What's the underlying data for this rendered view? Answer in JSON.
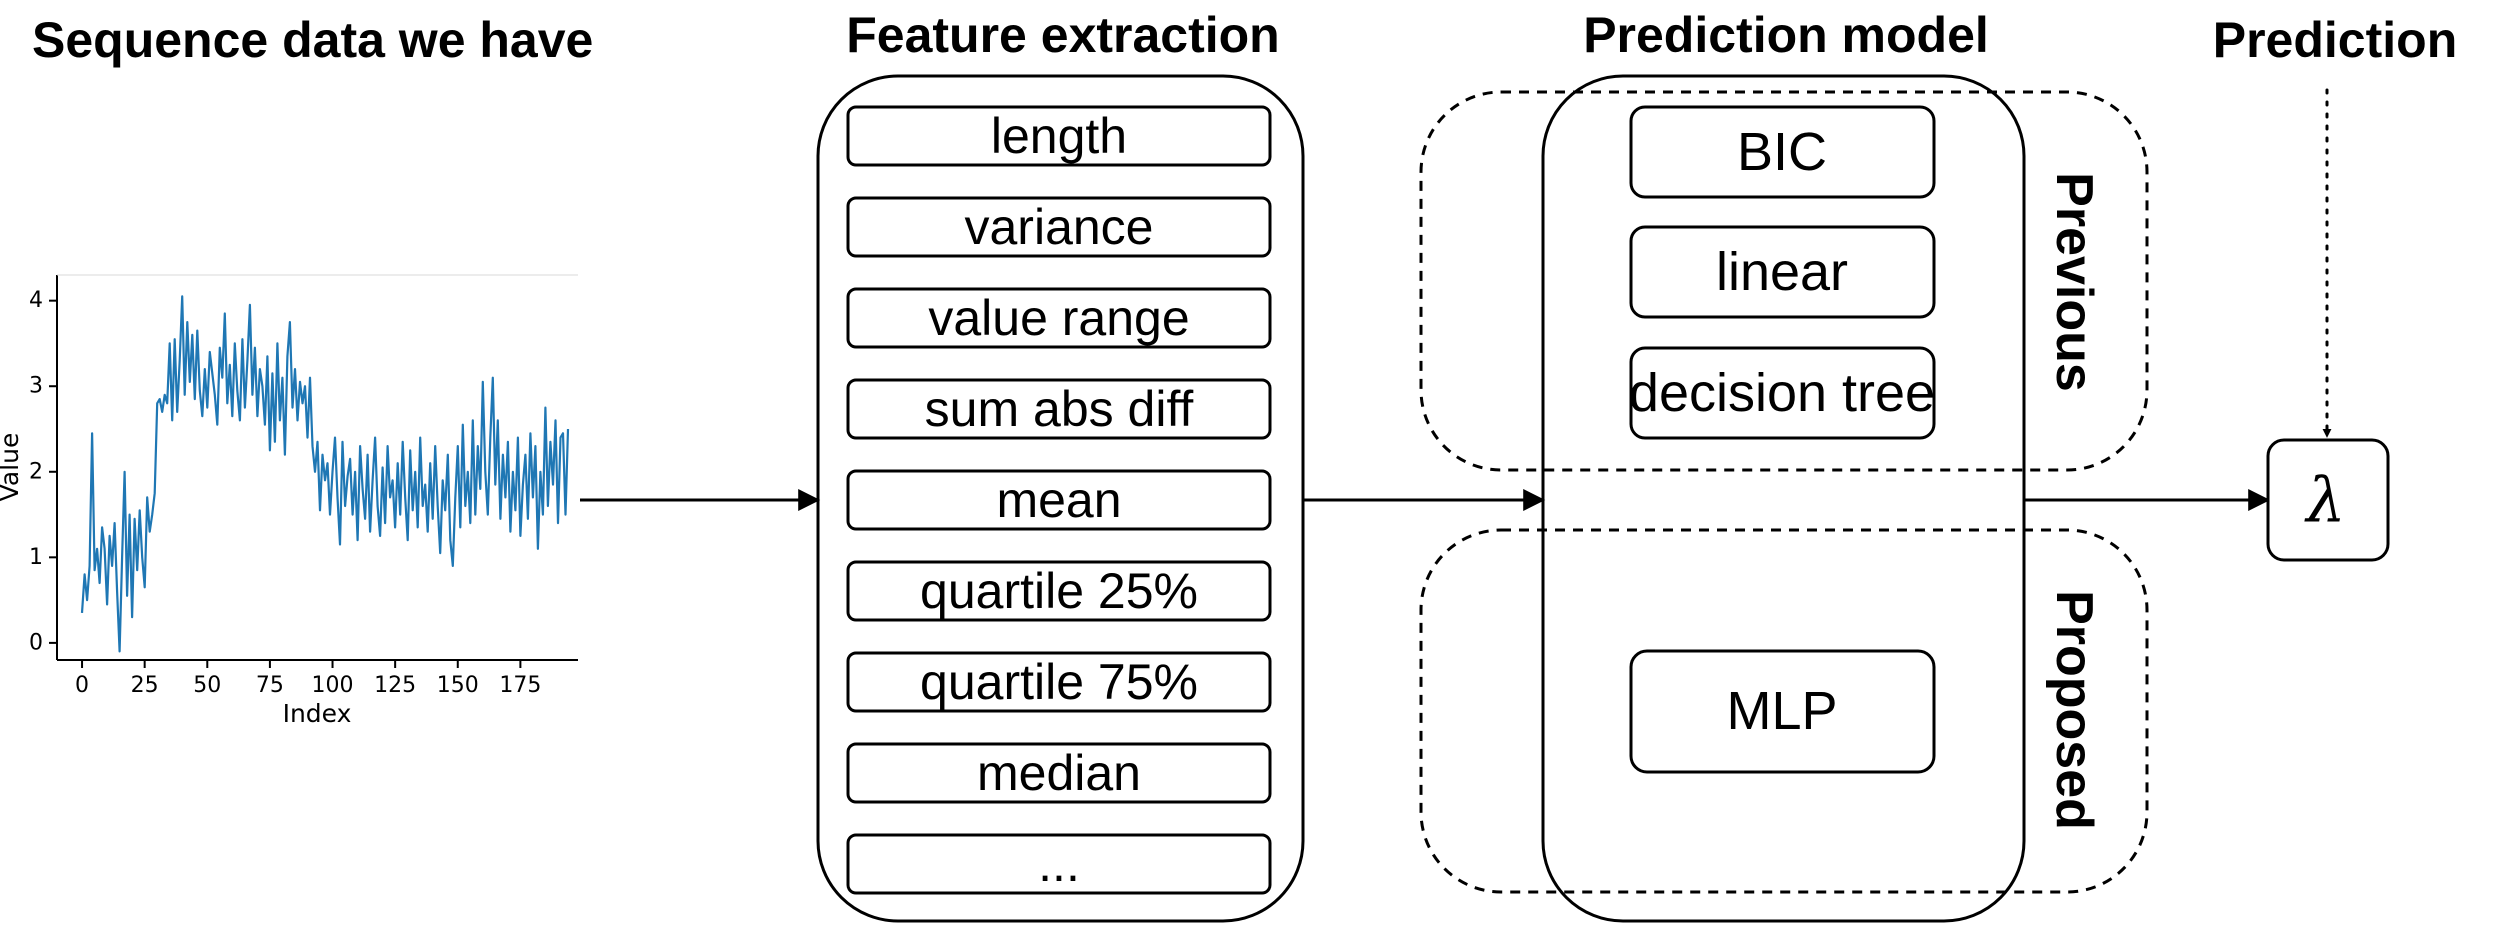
{
  "titles": {
    "sequence": "Sequence data we have",
    "features": "Feature extraction",
    "model": "Prediction model",
    "prediction": "Prediction"
  },
  "features": [
    "length",
    "variance",
    "value range",
    "sum abs diff",
    "mean",
    "quartile 25%",
    "quartile 75%",
    "median",
    "..."
  ],
  "model": {
    "previous_label": "Previous",
    "proposed_label": "Proposed",
    "previous_items": [
      "BIC",
      "linear",
      "decision tree"
    ],
    "proposed_items": [
      "MLP"
    ]
  },
  "output_symbol": "λ",
  "colors": {
    "series": "#1f77b4",
    "stroke": "#000000",
    "background": "#ffffff"
  },
  "chart_data": {
    "type": "line",
    "xlabel": "Index",
    "ylabel": "Value",
    "xlim": [
      -10,
      198
    ],
    "ylim": [
      -0.2,
      4.3
    ],
    "x_ticks": [
      0,
      25,
      50,
      75,
      100,
      125,
      150,
      175
    ],
    "y_ticks": [
      0,
      1,
      2,
      3,
      4
    ],
    "grid": false,
    "series": [
      {
        "values": [
          0.35,
          0.8,
          0.5,
          0.9,
          2.45,
          0.85,
          1.1,
          0.7,
          1.35,
          1.1,
          0.45,
          1.25,
          0.9,
          1.4,
          0.6,
          -0.1,
          1.0,
          2.0,
          0.55,
          1.5,
          0.3,
          1.45,
          0.85,
          1.55,
          1.0,
          0.65,
          1.7,
          1.3,
          1.5,
          1.75,
          2.8,
          2.85,
          2.7,
          2.9,
          2.8,
          3.5,
          2.6,
          3.55,
          2.7,
          3.3,
          4.05,
          2.9,
          3.75,
          3.05,
          3.6,
          2.85,
          3.65,
          2.95,
          2.65,
          3.2,
          2.75,
          3.4,
          3.15,
          2.9,
          2.55,
          3.45,
          3.1,
          3.85,
          2.8,
          3.25,
          2.65,
          3.5,
          2.95,
          2.6,
          3.55,
          2.75,
          3.3,
          3.95,
          2.9,
          3.45,
          2.65,
          3.2,
          3.0,
          2.55,
          3.35,
          2.25,
          3.15,
          2.35,
          3.5,
          2.6,
          3.1,
          2.2,
          3.35,
          3.75,
          2.75,
          3.2,
          2.6,
          3.05,
          2.8,
          3.0,
          2.4,
          3.1,
          2.3,
          2.0,
          2.35,
          1.55,
          2.2,
          1.9,
          2.1,
          1.5,
          2.0,
          2.4,
          1.7,
          1.15,
          2.35,
          1.6,
          1.95,
          2.15,
          1.5,
          2.0,
          1.2,
          2.3,
          1.8,
          1.45,
          2.2,
          1.3,
          1.9,
          2.4,
          1.6,
          1.25,
          2.05,
          1.4,
          2.3,
          1.7,
          1.9,
          1.35,
          2.1,
          1.5,
          2.35,
          1.7,
          1.2,
          2.25,
          1.55,
          2.0,
          1.35,
          2.4,
          1.6,
          1.85,
          1.3,
          2.1,
          1.45,
          2.3,
          1.6,
          1.05,
          1.9,
          1.55,
          2.2,
          1.2,
          0.9,
          1.7,
          2.3,
          1.35,
          2.55,
          1.6,
          2.0,
          1.4,
          2.6,
          1.5,
          2.3,
          1.8,
          3.05,
          2.0,
          1.5,
          2.4,
          3.1,
          1.85,
          2.6,
          1.45,
          2.2,
          1.7,
          2.35,
          1.3,
          2.0,
          1.55,
          2.4,
          1.25,
          1.85,
          2.2,
          1.45,
          2.45,
          1.7,
          2.3,
          1.1,
          2.0,
          1.5,
          2.75,
          1.6,
          2.35,
          1.85,
          2.6,
          1.4,
          2.4,
          2.45,
          1.5,
          2.5
        ]
      }
    ]
  }
}
